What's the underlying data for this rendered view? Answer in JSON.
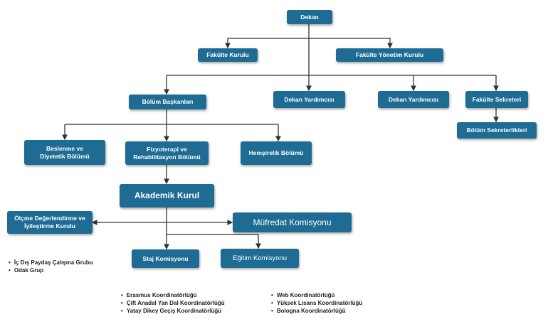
{
  "nodes": {
    "dekan": "Dekan",
    "fakulte_kurulu": "Fakülte Kurulu",
    "fakulte_yonetim_kurulu": "Fakülte Yönetim Kurulu",
    "bolum_baskanlari": "Bölüm Başkanları",
    "dekan_yardimcisi_1": "Dekan Yardımcısı",
    "dekan_yardimcisi_2": "Dekan Yardımcısı",
    "fakulte_sekreteri": "Fakülte Sekreteri",
    "bolum_sekreterlikleri": "Bölüm Sekreterlikleri",
    "beslenme": "Beslenme ve Diyetetik Bölümü",
    "fizyoterapi": "Fizyoterapi ve Rehabilitasyon Bölümü",
    "hemsirelik": "Hemşirelik Bölümü",
    "akademik_kurul": "Akademik Kurul",
    "olcme": "Ölçme Değerlendirme ve İyileştirme Kurulu",
    "mufredat": "Müfredat Komisyonu",
    "staj": "Staj Komisyonu",
    "egitim": "Eğitim Komisyonu"
  },
  "left_list": [
    "İç Dış Paydaş Çalışma Grubu",
    "Odak Grup"
  ],
  "coordinatorships_left": [
    "Erasmus Koordinatörlüğü",
    "Çift Anadal Yan Dal Koordinatörlüğü",
    "Yatay Dikey Geçiş Koordinatörlüğü"
  ],
  "coordinatorships_right": [
    "Web Koordinatörlüğü",
    "Yüksek Lisans Koordinatörlüğü",
    "Bologna Koordinatörlüğü"
  ],
  "colors": {
    "box": "#1e6b93",
    "line": "#333333"
  }
}
